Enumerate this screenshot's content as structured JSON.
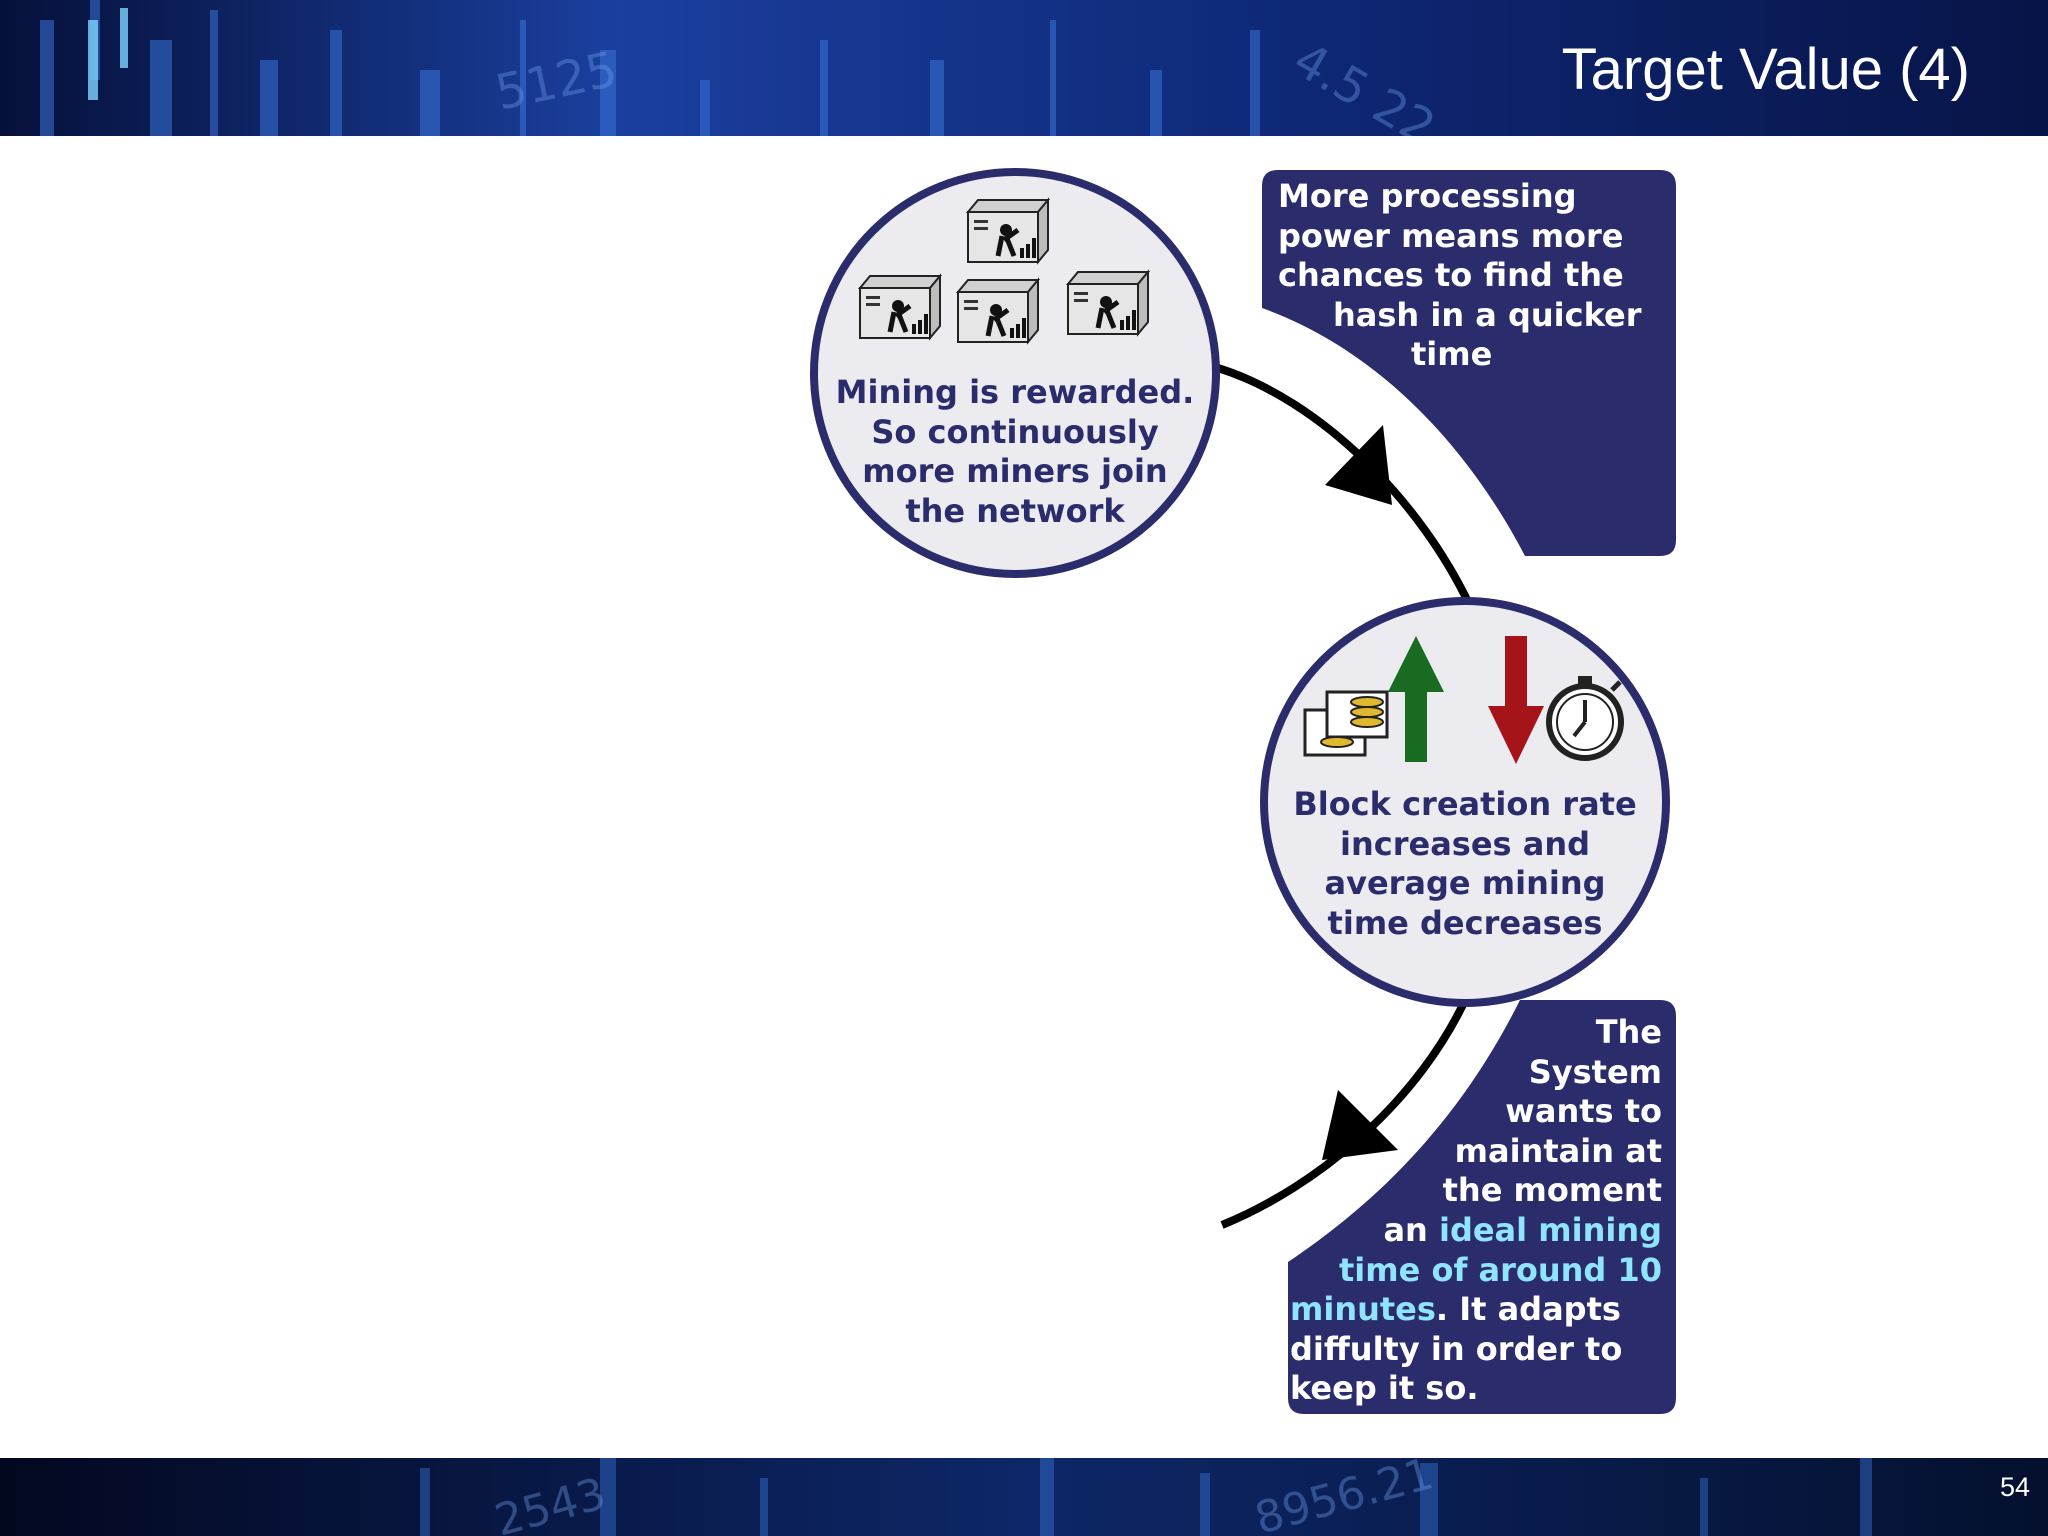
{
  "header": {
    "title": "Target Value (4)"
  },
  "footer": {
    "page_number": "54"
  },
  "diagram": {
    "miners_circle": {
      "lines": [
        "Mining is rewarded.",
        "So continuously",
        "more miners join",
        "the network"
      ]
    },
    "processing_box": {
      "lines": [
        "More processing",
        "power means more",
        "chances to find the",
        "hash in a quicker",
        "time"
      ]
    },
    "block_circle": {
      "lines": [
        "Block creation rate",
        "increases and",
        "average mining",
        "time decreases"
      ]
    },
    "system_box": {
      "lines": [
        "The",
        "System",
        "wants to",
        "maintain at",
        "the moment"
      ],
      "line6_prefix": "an ",
      "line6_highlight": "ideal mining",
      "line7": "time of around 10",
      "line8_highlight": "minutes",
      "line8_rest": ". It adapts",
      "line9": "diffulty in order to",
      "line10": "keep it so."
    },
    "colors": {
      "navy": "#2b2c6b",
      "highlight": "#8fe4ff",
      "up_arrow": "#1a6b22",
      "down_arrow": "#a51419"
    }
  }
}
